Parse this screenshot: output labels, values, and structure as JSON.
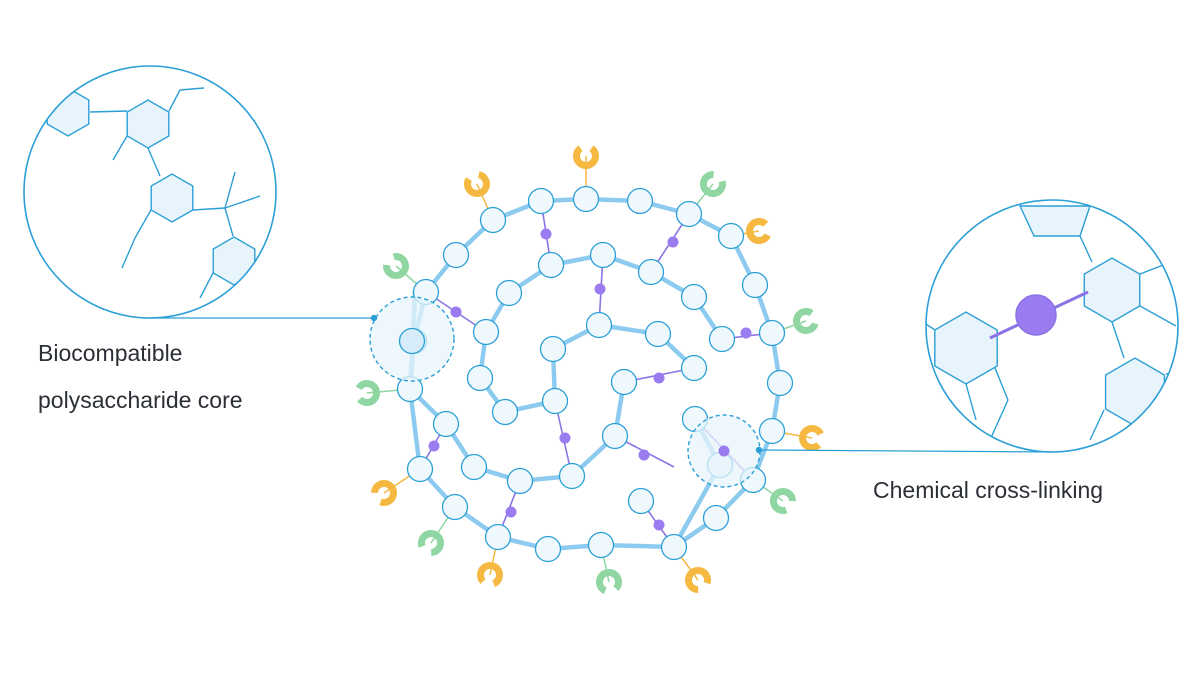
{
  "labels": {
    "core_line1": "Biocompatible",
    "core_line2": "polysaccharide core",
    "crosslink": "Chemical cross-linking"
  },
  "colors": {
    "chain": "#8ccbef",
    "bead_fill": "#eef8fd",
    "bead_stroke": "#2b9fd6",
    "outline": "#2b9fd6",
    "crosslink": "#8b73e6",
    "crosslink_dot": "#9a7cf0",
    "ligand_orange": "#f5b942",
    "ligand_green": "#8fd6a2",
    "hex_fill": "#e7f4fb",
    "text": "#2b2f36"
  },
  "icons": {
    "ligand_shape": "open-ring-ligand-icon"
  }
}
